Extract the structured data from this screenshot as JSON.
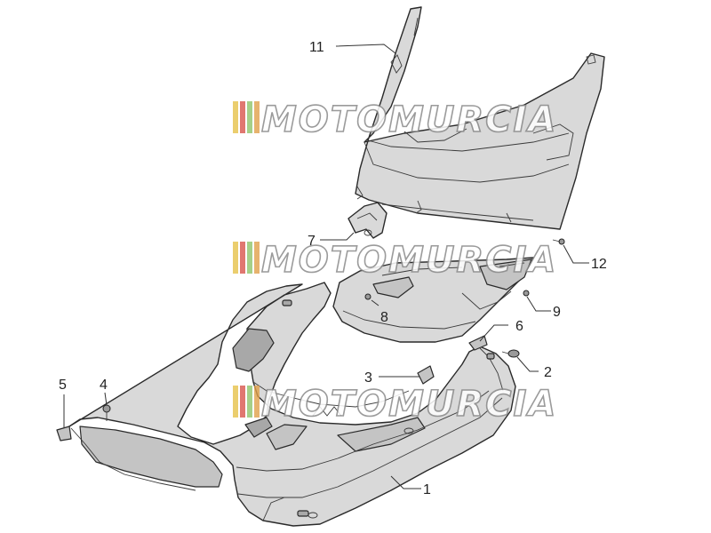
{
  "watermark": {
    "text": "MOTOMURCIA",
    "bar_colors": [
      "#e6c24a",
      "#d8554c",
      "#8fc46a",
      "#e0a04a"
    ]
  },
  "callouts": [
    {
      "id": "1",
      "label": "1"
    },
    {
      "id": "2",
      "label": "2"
    },
    {
      "id": "3",
      "label": "3"
    },
    {
      "id": "4",
      "label": "4"
    },
    {
      "id": "5",
      "label": "5"
    },
    {
      "id": "6",
      "label": "6"
    },
    {
      "id": "7",
      "label": "7"
    },
    {
      "id": "8",
      "label": "8"
    },
    {
      "id": "9",
      "label": "9"
    },
    {
      "id": "11",
      "label": "11"
    },
    {
      "id": "12",
      "label": "12"
    }
  ]
}
